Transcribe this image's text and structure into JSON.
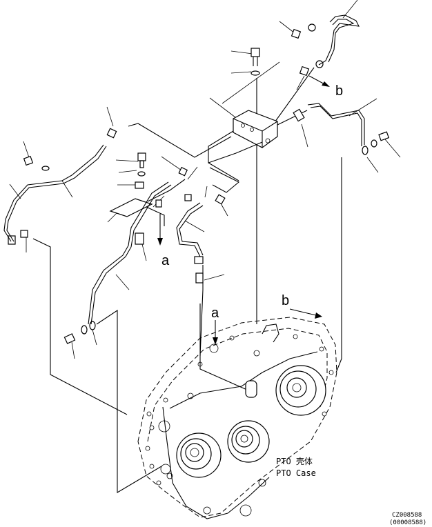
{
  "labels": {
    "b_upper": "b",
    "a_left": "a",
    "b_lower": "b",
    "a_lower": "a",
    "pto_cn": "PTO 壳体",
    "pto_en": "PTO Case"
  },
  "drawing_code": {
    "primary": "CZ008588",
    "secondary": "(00008588)"
  }
}
